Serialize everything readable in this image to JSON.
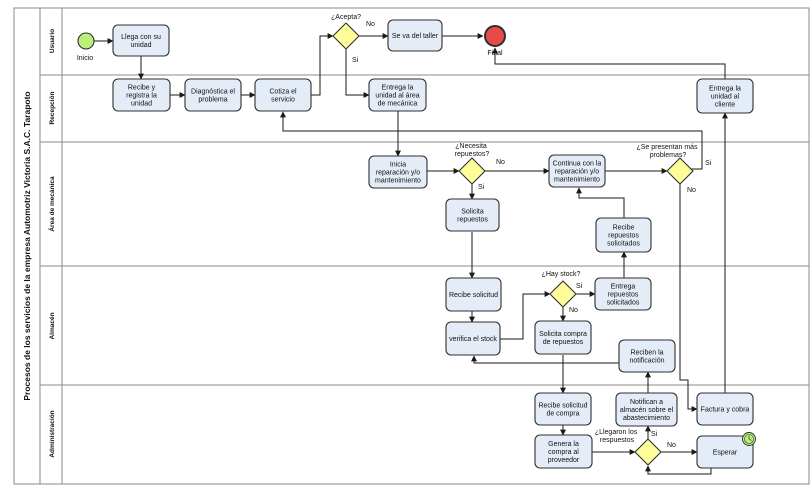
{
  "pool": {
    "title": "Procesos de los servicios de la empresa Automotriz Victoria S.A.C. Tarapoto"
  },
  "lanes": {
    "usuario": "Usuario",
    "recepcion": "Recepción",
    "area_mecanica": "Área de mecánica",
    "almacen": "Almacén",
    "administracion": "Administración"
  },
  "events": {
    "start": "Inicio",
    "end": "Final"
  },
  "tasks": {
    "llega": [
      "Llega con su",
      "unidad"
    ],
    "se_va": [
      "Se va del taller"
    ],
    "recibe_registra": [
      "Recibe y",
      "registra la",
      "unidad"
    ],
    "diagnostica": [
      "Diagnóstica el",
      "problema"
    ],
    "cotiza": [
      "Cotiza el",
      "servicio"
    ],
    "entrega_mecanica": [
      "Entrega la",
      "unidad al área",
      "de mecánica"
    ],
    "entrega_cliente": [
      "Entrega la",
      "unidad al",
      "cliente"
    ],
    "inicia_reparacion": [
      "Inicia",
      "reparación y/o",
      "mantenimiento"
    ],
    "continua_reparacion": [
      "Continua con la",
      "reparación y/o",
      "mantenimiento"
    ],
    "solicita_repuestos": [
      "Solicita",
      "repuestos"
    ],
    "recibe_repuestos": [
      "Recibe",
      "repuestos",
      "solicitados"
    ],
    "recibe_solicitud": [
      "Recibe solicitud"
    ],
    "verifica_stock": [
      "verifica el stock"
    ],
    "entrega_repuestos": [
      "Entrega",
      "repuestos",
      "solicitados"
    ],
    "solicita_compra": [
      "Solicita compra",
      "de repuestos"
    ],
    "reciben_notificacion": [
      "Reciben la",
      "notificación"
    ],
    "recibe_solicitud_compra": [
      "Recibe solicitud",
      "de compra"
    ],
    "notifican_almacen": [
      "Notifican a",
      "almacén sobre el",
      "abastecimiento"
    ],
    "factura_cobra": [
      "Factura y cobra"
    ],
    "genera_compra": [
      "Genera la",
      "compra al",
      "proveedor"
    ],
    "esperar": [
      "Esperar"
    ]
  },
  "gateways": {
    "acepta": "¿Acepta?",
    "necesita": [
      "¿Necesita",
      "repuestos?"
    ],
    "mas_problemas": [
      "¿Se presentan más",
      "problemas?"
    ],
    "hay_stock": "¿Hay stock?",
    "llegaron": [
      "¿Llegaron los",
      "respuestos"
    ]
  },
  "labels": {
    "acepta_no": "No",
    "acepta_si": "Si",
    "necesita_no": "No",
    "necesita_si": "Si",
    "mas_si": "Si",
    "mas_no": "No",
    "stock_si": "Si",
    "stock_no": "No",
    "llegaron_si": "Si",
    "llegaron_no": "No"
  },
  "colors": {
    "task_fill": "#e4ecf7",
    "gateway_fill": "#fffc9a",
    "start_fill": "#b8f07a",
    "end_fill": "#e84a4a",
    "timer_fill": "#b8f07a"
  }
}
